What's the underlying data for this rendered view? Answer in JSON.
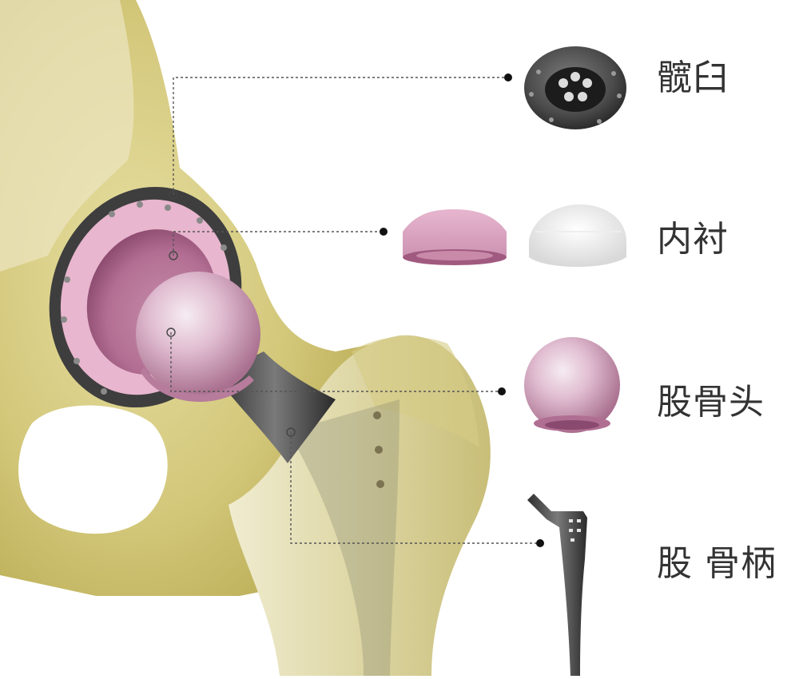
{
  "labels": {
    "acetabulum": "髋臼",
    "liner": "内衬",
    "femoral_head": "股骨头",
    "femoral_stem": "股 骨柄"
  },
  "colors": {
    "bone": "#d8cf86",
    "bone_light": "#eeeac8",
    "bone_dark": "#b8ab4e",
    "implant_pink": "#d6a5c0",
    "implant_pink_dark": "#a9577e",
    "metal": "#4a4a4a",
    "leader_line": "#555555",
    "label_text": "#333333"
  },
  "icons": {
    "acetabular_cup": "porous-metal-cup-icon",
    "liner_ceramic": "ceramic-liner-icon",
    "liner_poly": "polyethylene-liner-icon",
    "femoral_head": "ceramic-ball-icon",
    "femoral_stem": "metal-stem-icon"
  }
}
